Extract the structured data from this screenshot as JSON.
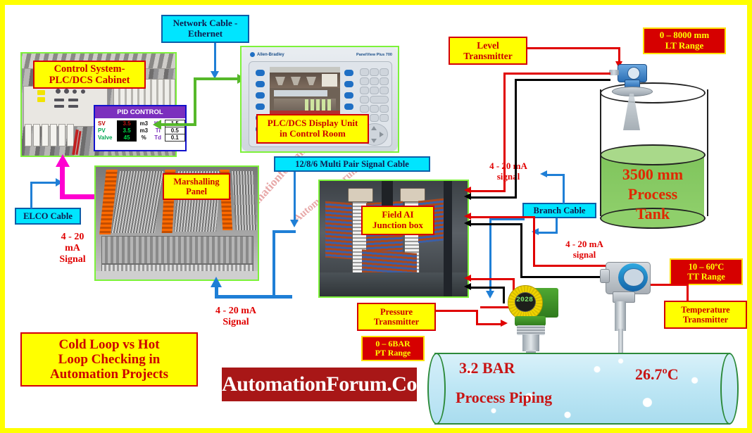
{
  "title_block": {
    "line1": "Cold Loop vs Hot",
    "line2": "Loop Checking in",
    "line3": "Automation Projects"
  },
  "banner": {
    "text": "AutomationForum.Co"
  },
  "watermarks": [
    {
      "text": "Automationforum.co"
    },
    {
      "text": "Automationforum.co"
    }
  ],
  "labels": {
    "network_cable": "Network Cable -\nEthernet",
    "network_cable_l1": "Network Cable -",
    "network_cable_l2": "Ethernet",
    "control_system_l1": "Control System-",
    "control_system_l2": "PLC/DCS Cabinet",
    "display_unit_l1": "PLC/DCS Display Unit",
    "display_unit_l2": "in Control Room",
    "marshalling_l1": "Marshalling",
    "marshalling_l2": "Panel",
    "elco_cable": "ELCO Cable",
    "multi_pair_cable": "12/8/6 Multi Pair Signal Cable",
    "field_ai_l1": "Field AI",
    "field_ai_l2": "Junction box",
    "branch_cable": "Branch Cable",
    "level_transmitter_l1": "Level",
    "level_transmitter_l2": "Transmitter",
    "lt_range_l1": "0 – 8000 mm",
    "lt_range_l2": "LT Range",
    "pressure_transmitter_l1": "Pressure",
    "pressure_transmitter_l2": "Transmitter",
    "pt_range_l1": "0 – 6BAR",
    "pt_range_l2": "PT Range",
    "temperature_transmitter_l1": "Temperature",
    "temperature_transmitter_l2": "Transmitter",
    "tt_range_l1": "10 – 60ºC",
    "tt_range_l2": "TT Range"
  },
  "signal_texts": {
    "left_l1": "4 - 20",
    "left_l2": "mA",
    "left_l3": "Signal",
    "bottom_l1": "4 - 20 mA",
    "bottom_l2": "Signal",
    "tank_l1": "4 - 20 mA",
    "tank_l2": "signal",
    "mid_l1": "4 - 20 mA",
    "mid_l2": "signal"
  },
  "pid_panel": {
    "header": "PID CONTROL",
    "rows": [
      {
        "key": "SV",
        "value": "3.5",
        "unit": "m3",
        "gain": "Kp",
        "gain_value": "1.5"
      },
      {
        "key": "PV",
        "value": "3.5",
        "unit": "m3",
        "gain": "Ti",
        "gain_value": "0.5"
      },
      {
        "key": "Valve",
        "value": "45",
        "unit": "%",
        "gain": "Td",
        "gain_value": "0.1"
      }
    ]
  },
  "hmi": {
    "brand": "Allen-Bradley",
    "model": "PanelView Plus 700"
  },
  "tank": {
    "value": "3500 mm",
    "line2": "Process",
    "line3": "Tank"
  },
  "pipe": {
    "pressure": "3.2 BAR",
    "name": "Process Piping",
    "temperature": "26.7ºC"
  },
  "pt_display": "2028",
  "colors": {
    "border": "#ffff00",
    "label_yellow_bg": "#ffff00",
    "label_red_text": "#cc0000",
    "label_cyan_bg": "#00e5ff",
    "label_red_bg": "#d60000",
    "signal_red": "#e00000",
    "wire_blue": "#1f7fd6",
    "wire_green": "#56b82a",
    "wire_magenta": "#ff00d0",
    "photo_border": "#7df23a",
    "tank_liquid": "#8fcf6b",
    "banner_bg": "#a81717"
  }
}
